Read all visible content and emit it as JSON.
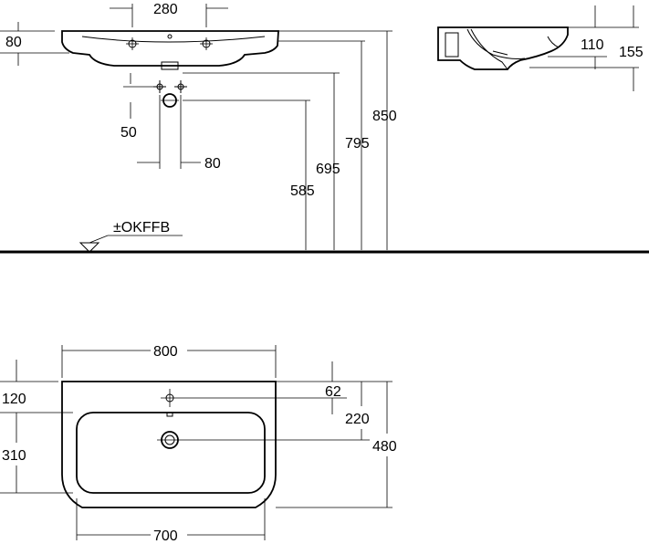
{
  "front_view": {
    "tap_hole_spacing": "280",
    "basin_depth": "80",
    "waste_offset_vertical": "50",
    "waste_offset_horizontal": "80",
    "height_585": "585",
    "height_695": "695",
    "height_795": "795",
    "height_850": "850",
    "floor_reference": "±OKFFB"
  },
  "side_view": {
    "overflow_depth": "110",
    "total_depth": "155"
  },
  "plan_view": {
    "overall_width": "800",
    "bowl_width": "700",
    "tap_hole_setback": "120",
    "bowl_length": "310",
    "tap_to_waste": "62",
    "waste_position": "220",
    "overall_depth": "480"
  }
}
